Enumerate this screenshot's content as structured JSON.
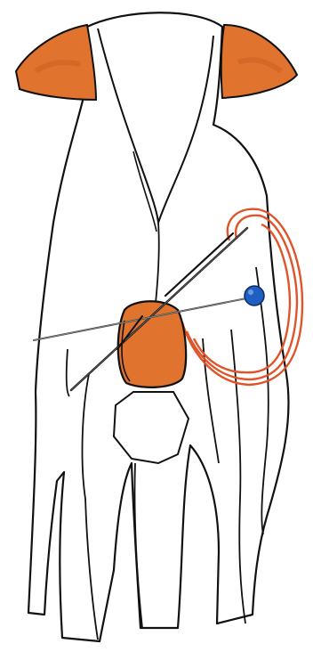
{
  "illustration": {
    "colors": {
      "background": "#ffffff",
      "outline": "#111111",
      "accent_fill": "#e0742f",
      "accent_shade": "#c65a1f",
      "stitch_line": "#e0542a",
      "pin_head": "#1f5fbf",
      "pin_shaft": "#555555"
    },
    "parts": [
      "left-shoulder-patch",
      "right-shoulder-patch",
      "center-patch",
      "red-stitch-loop",
      "blue-pin",
      "needles"
    ]
  }
}
